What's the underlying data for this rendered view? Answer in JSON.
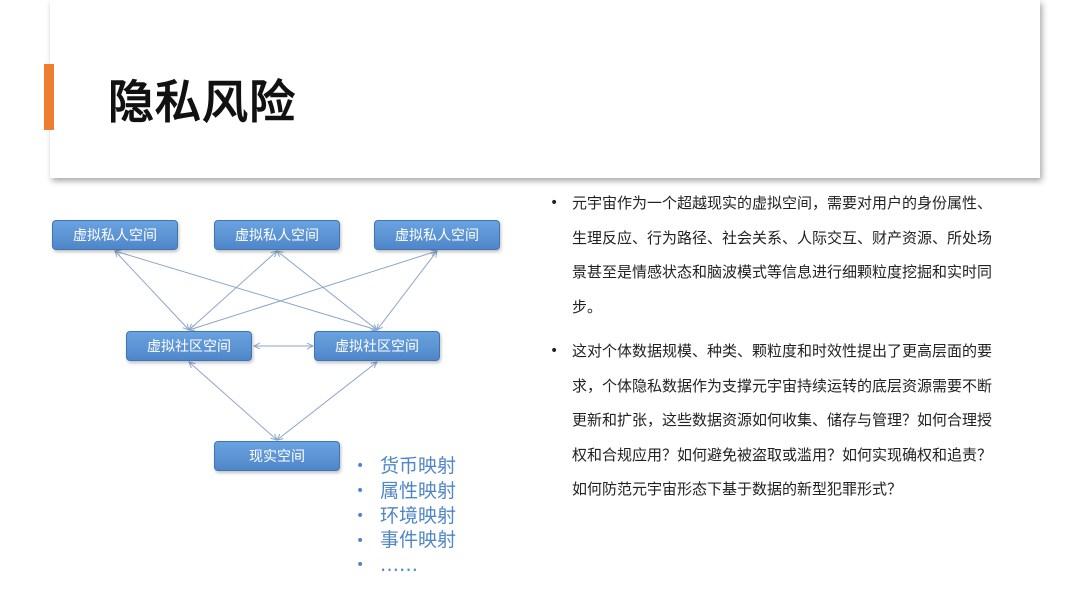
{
  "title": "隐私风险",
  "diagram": {
    "nodes": {
      "vp1": "虚拟私人空间",
      "vp2": "虚拟私人空间",
      "vp3": "虚拟私人空间",
      "vc1": "虚拟社区空间",
      "vc2": "虚拟社区空间",
      "real": "现实空间"
    },
    "mappings": [
      "货币映射",
      "属性映射",
      "环境映射",
      "事件映射",
      "……"
    ]
  },
  "bullets": [
    "元宇宙作为一个超越现实的虚拟空间，需要对用户的身份属性、生理反应、行为路径、社会关系、人际交互、财产资源、所处场景甚至是情感状态和脑波模式等信息进行细颗粒度挖掘和实时同步。",
    "这对个体数据规模、种类、颗粒度和时效性提出了更高层面的要求，个体隐私数据作为支撑元宇宙持续运转的底层资源需要不断更新和扩张，这些数据资源如何收集、储存与管理？如何合理授权和合规应用？如何避免被盗取或滥用？如何实现确权和追责？如何防范元宇宙形态下基于数据的新型犯罪形式？"
  ],
  "colors": {
    "accent": "#ed7d31",
    "node_fill": "#5b9bd5",
    "mapping_text": "#4f86c9",
    "connector": "#8aa6c8"
  }
}
